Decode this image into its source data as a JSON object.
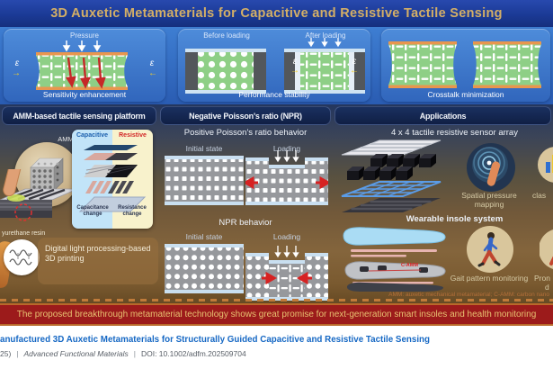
{
  "title": "3D Auxetic Metamaterials for Capacitive and Resistive Tactile Sensing",
  "top": {
    "sensitivity": {
      "pressure": "Pressure",
      "epsilon": "ε",
      "caption": "Sensitivity enhancement"
    },
    "stability": {
      "before": "Before loading",
      "after": "After loading",
      "epsilon": "ε",
      "caption": "Performance stability"
    },
    "crosstalk": {
      "caption": "Crosstalk minimization"
    }
  },
  "platform": {
    "header": "AMM-based tactile sensing platform",
    "amm": "AMM",
    "capacitive": "Capacitive",
    "resistive": "Resistive",
    "capacitance_change": "Capacitance change",
    "resistance_change": "Resistance change",
    "resin": "yurethane resin",
    "printing": "Digital light processing-based 3D printing"
  },
  "npr": {
    "header": "Negative Poisson's ratio (NPR)",
    "positive_title": "Positive Poisson's ratio behavior",
    "npr_title": "NPR behavior",
    "initial_state": "Initial state",
    "loading": "Loading"
  },
  "applications": {
    "header": "Applications",
    "array_title": "4 x 4 tactile resistive sensor array",
    "spatial": "Spatial pressure mapping",
    "classification_fragment": "clas",
    "insole_title": "Wearable insole system",
    "gait": "Gait pattern monitoring",
    "pronation_fragment_line1": "Pron",
    "pronation_fragment_line2": "d",
    "c_amm": "C-AMM",
    "footnote": "AMM: auxetic mechanical metamaterial; C-AMM: carbon nano"
  },
  "banner": "The proposed breakthrough metamaterial technology shows great promise for next-generation smart insoles and health monitoring",
  "footer": {
    "title_fragment": "anufactured 3D Auxetic Metamaterials for Structurally Guided Capacitive and Resistive Tactile Sensing",
    "meta_fragment": "25)",
    "separator": "|",
    "journal": "Advanced Functional Materials",
    "doi": "DOI: 10.1002/adfm.202509704"
  },
  "colors": {
    "title_text": "#d4af66",
    "header_bar_bg": "#13234f",
    "banner_bg": "#9c1b1b",
    "banner_text": "#e7c271",
    "auxetic_green": "#8ecf86",
    "edge_orange": "#e8964e",
    "strain_yellow": "#f2cf2a",
    "arrow_red": "#c62828",
    "capacitive_blue": "#1b5fae",
    "resistive_red": "#d22626",
    "footer_title_blue": "#1668c4"
  }
}
